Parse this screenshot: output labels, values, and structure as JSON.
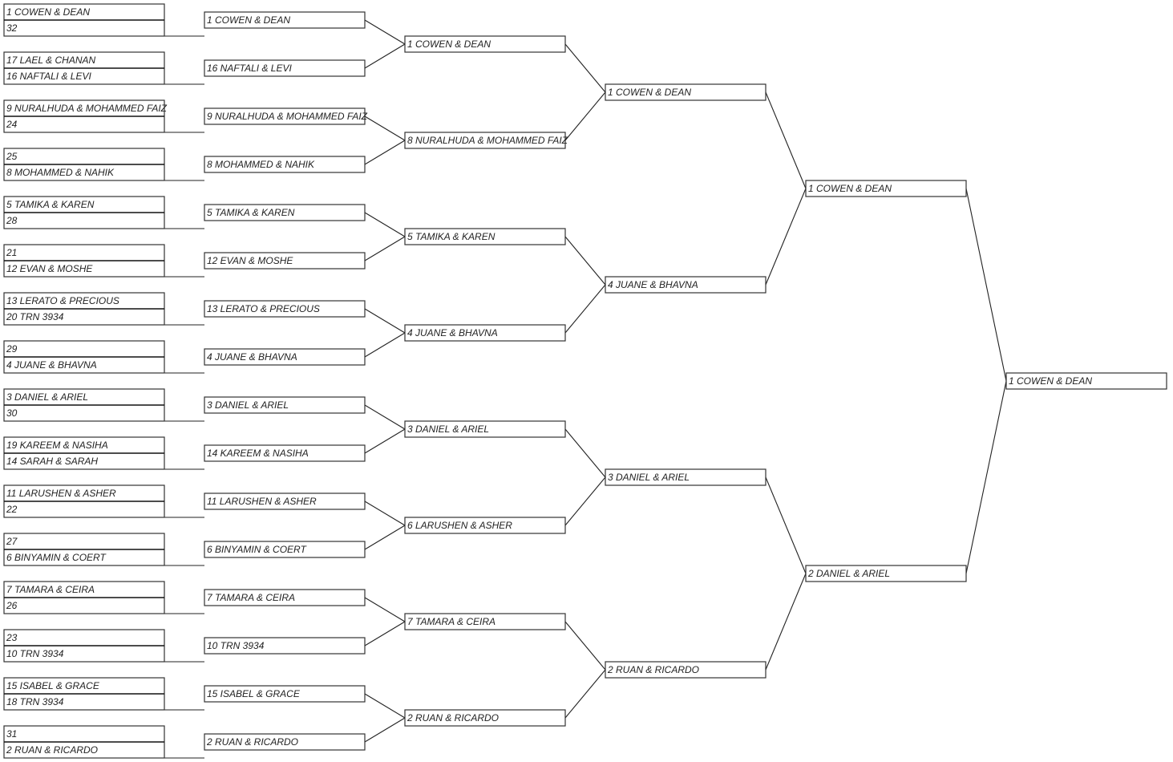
{
  "rounds": [
    {
      "name": "round-1",
      "matches": [
        {
          "top": "1 COWEN & DEAN",
          "bottom": "32"
        },
        {
          "top": "17 LAEL & CHANAN",
          "bottom": "16 NAFTALI & LEVI"
        },
        {
          "top": "9 NURALHUDA & MOHAMMED FAIZ",
          "bottom": "24"
        },
        {
          "top": "25",
          "bottom": "8 MOHAMMED & NAHIK"
        },
        {
          "top": "5 TAMIKA & KAREN",
          "bottom": "28"
        },
        {
          "top": "21",
          "bottom": "12 EVAN & MOSHE"
        },
        {
          "top": "13 LERATO & PRECIOUS",
          "bottom": "20 TRN 3934"
        },
        {
          "top": "29",
          "bottom": "4 JUANE & BHAVNA"
        },
        {
          "top": "3 DANIEL & ARIEL",
          "bottom": "30"
        },
        {
          "top": "19 KAREEM & NASIHA",
          "bottom": "14 SARAH & SARAH"
        },
        {
          "top": "11 LARUSHEN & ASHER",
          "bottom": "22"
        },
        {
          "top": "27",
          "bottom": "6 BINYAMIN & COERT"
        },
        {
          "top": "7 TAMARA & CEIRA",
          "bottom": "26"
        },
        {
          "top": "23",
          "bottom": "10 TRN 3934"
        },
        {
          "top": "15 ISABEL & GRACE",
          "bottom": "18 TRN 3934"
        },
        {
          "top": "31",
          "bottom": "2 RUAN & RICARDO"
        }
      ]
    },
    {
      "name": "round-2",
      "winners": [
        "1 COWEN & DEAN",
        "16 NAFTALI & LEVI",
        "9 NURALHUDA & MOHAMMED FAIZ",
        "8 MOHAMMED & NAHIK",
        "5 TAMIKA & KAREN",
        "12 EVAN & MOSHE",
        "13 LERATO & PRECIOUS",
        "4 JUANE & BHAVNA",
        "3 DANIEL & ARIEL",
        "14 KAREEM & NASIHA",
        "11 LARUSHEN & ASHER",
        "6 BINYAMIN & COERT",
        "7 TAMARA & CEIRA",
        "10 TRN 3934",
        "15 ISABEL & GRACE",
        "2 RUAN & RICARDO"
      ]
    },
    {
      "name": "round-3",
      "winners": [
        "1 COWEN & DEAN",
        "8 NURALHUDA & MOHAMMED FAIZ",
        "5 TAMIKA & KAREN",
        "4 JUANE & BHAVNA",
        "3 DANIEL & ARIEL",
        "6 LARUSHEN & ASHER",
        "7 TAMARA & CEIRA",
        "2 RUAN & RICARDO"
      ]
    },
    {
      "name": "round-4",
      "winners": [
        "1 COWEN & DEAN",
        "4 JUANE & BHAVNA",
        "3 DANIEL & ARIEL",
        "2 RUAN & RICARDO"
      ]
    },
    {
      "name": "round-5",
      "winners": [
        "1 COWEN & DEAN",
        "2 DANIEL & ARIEL"
      ]
    },
    {
      "name": "final",
      "winners": [
        "1 COWEN & DEAN"
      ]
    }
  ]
}
